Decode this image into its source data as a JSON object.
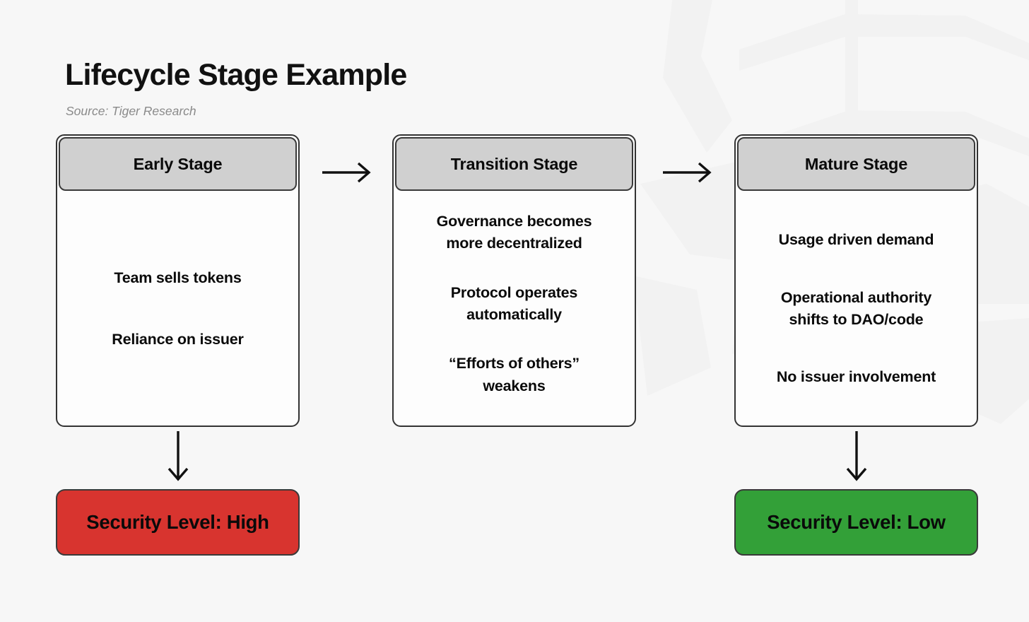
{
  "page": {
    "title": "Lifecycle Stage Example",
    "source": "Source: Tiger Research",
    "background_color": "#f7f7f7"
  },
  "colors": {
    "card_header_fill": "#d0d0d0",
    "card_body_fill": "#fdfdfd",
    "card_border": "#333333",
    "arrow": "#111111",
    "badge_high_fill": "#d8342f",
    "badge_low_fill": "#33a038",
    "badge_border": "#3a3a3a",
    "title_text": "#111111",
    "source_text": "#8a8a8a"
  },
  "stages": [
    {
      "header": "Early Stage",
      "lines": [
        "Team sells tokens",
        "Reliance on issuer"
      ]
    },
    {
      "header": "Transition Stage",
      "lines": [
        "Governance becomes\nmore decentralized",
        "Protocol operates\nautomatically",
        "“Efforts of others”\nweakens"
      ]
    },
    {
      "header": "Mature Stage",
      "lines": [
        "Usage driven demand",
        "Operational authority\nshifts to DAO/code",
        "No issuer involvement"
      ]
    }
  ],
  "flow_arrows": [
    {
      "name": "early-to-transition",
      "direction": "right"
    },
    {
      "name": "transition-to-mature",
      "direction": "right"
    },
    {
      "name": "early-to-security-high",
      "direction": "down"
    },
    {
      "name": "mature-to-security-low",
      "direction": "down"
    }
  ],
  "badges": [
    {
      "label": "Security Level: High",
      "level": "High",
      "fill": "#d8342f"
    },
    {
      "label": "Security Level: Low",
      "level": "Low",
      "fill": "#33a038"
    }
  ]
}
